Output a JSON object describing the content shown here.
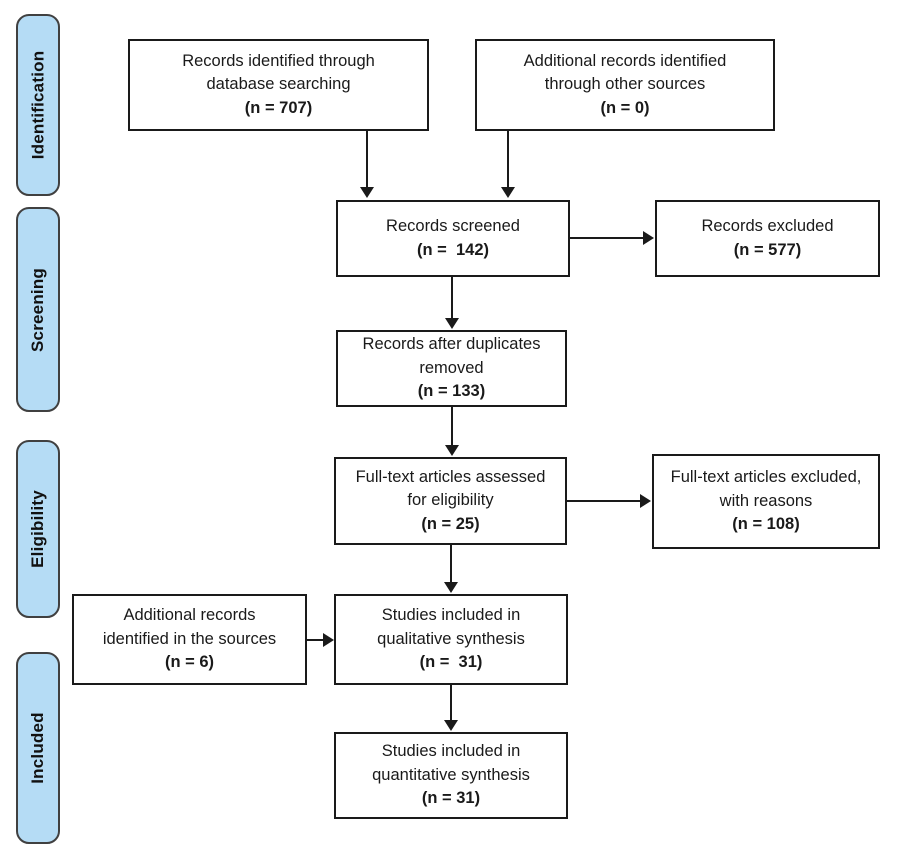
{
  "diagram": {
    "title": "PRISMA flow diagram",
    "accent_color": "#b5dcf5",
    "line_color": "#1a1a1a",
    "pill_border_color": "#404040"
  },
  "stages": [
    {
      "label": "Identification"
    },
    {
      "label": "Screening"
    },
    {
      "label": "Eligibility"
    },
    {
      "label": "Included"
    }
  ],
  "boxes": {
    "records_identified": {
      "line1": "Records identified through",
      "line2": "database searching",
      "count": "(n = 707)"
    },
    "additional_records_identified": {
      "line1": "Additional records identified",
      "line2": "through other sources",
      "count": "(n = 0)"
    },
    "records_screened": {
      "line1": "Records screened",
      "count": "(n =  142)"
    },
    "records_excluded": {
      "line1": "Records excluded",
      "count": "(n = 577)"
    },
    "records_after_duplicates": {
      "line1": "Records after duplicates",
      "line2": "removed",
      "count": "(n = 133)"
    },
    "fulltext_assessed": {
      "line1": "Full-text articles assessed",
      "line2": "for eligibility",
      "count": "(n = 25)"
    },
    "fulltext_excluded": {
      "line1": "Full-text articles excluded,",
      "line2": "with reasons",
      "count": "(n = 108)"
    },
    "additional_records_sources": {
      "line1": "Additional records",
      "line2": "identified in the sources",
      "count": "(n = 6)"
    },
    "qualitative_synthesis": {
      "line1": "Studies included in",
      "line2": "qualitative synthesis",
      "count": "(n =  31)"
    },
    "quantitative_synthesis": {
      "line1": "Studies included in",
      "line2": "quantitative synthesis",
      "count": "(n = 31)"
    }
  },
  "chart_data": {
    "type": "diagram",
    "title": "PRISMA flow diagram",
    "nodes": [
      {
        "id": "records_identified",
        "stage": "Identification",
        "label": "Records identified through database searching",
        "n": 707
      },
      {
        "id": "additional_records_identified",
        "stage": "Identification",
        "label": "Additional records identified through other sources",
        "n": 0
      },
      {
        "id": "records_screened",
        "stage": "Screening",
        "label": "Records screened",
        "n": 142
      },
      {
        "id": "records_excluded",
        "stage": "Screening",
        "label": "Records excluded",
        "n": 577
      },
      {
        "id": "records_after_duplicates",
        "stage": "Screening",
        "label": "Records after duplicates removed",
        "n": 133
      },
      {
        "id": "fulltext_assessed",
        "stage": "Eligibility",
        "label": "Full-text articles assessed for eligibility",
        "n": 25
      },
      {
        "id": "fulltext_excluded",
        "stage": "Eligibility",
        "label": "Full-text articles excluded, with reasons",
        "n": 108
      },
      {
        "id": "additional_records_sources",
        "stage": "Included",
        "label": "Additional records identified in the sources",
        "n": 6
      },
      {
        "id": "qualitative_synthesis",
        "stage": "Included",
        "label": "Studies included in qualitative synthesis",
        "n": 31
      },
      {
        "id": "quantitative_synthesis",
        "stage": "Included",
        "label": "Studies included in quantitative synthesis",
        "n": 31
      }
    ],
    "edges": [
      {
        "from": "records_identified",
        "to": "records_screened"
      },
      {
        "from": "additional_records_identified",
        "to": "records_screened"
      },
      {
        "from": "records_screened",
        "to": "records_excluded"
      },
      {
        "from": "records_screened",
        "to": "records_after_duplicates"
      },
      {
        "from": "records_after_duplicates",
        "to": "fulltext_assessed"
      },
      {
        "from": "fulltext_assessed",
        "to": "fulltext_excluded"
      },
      {
        "from": "fulltext_assessed",
        "to": "qualitative_synthesis"
      },
      {
        "from": "additional_records_sources",
        "to": "qualitative_synthesis"
      },
      {
        "from": "qualitative_synthesis",
        "to": "quantitative_synthesis"
      }
    ]
  }
}
